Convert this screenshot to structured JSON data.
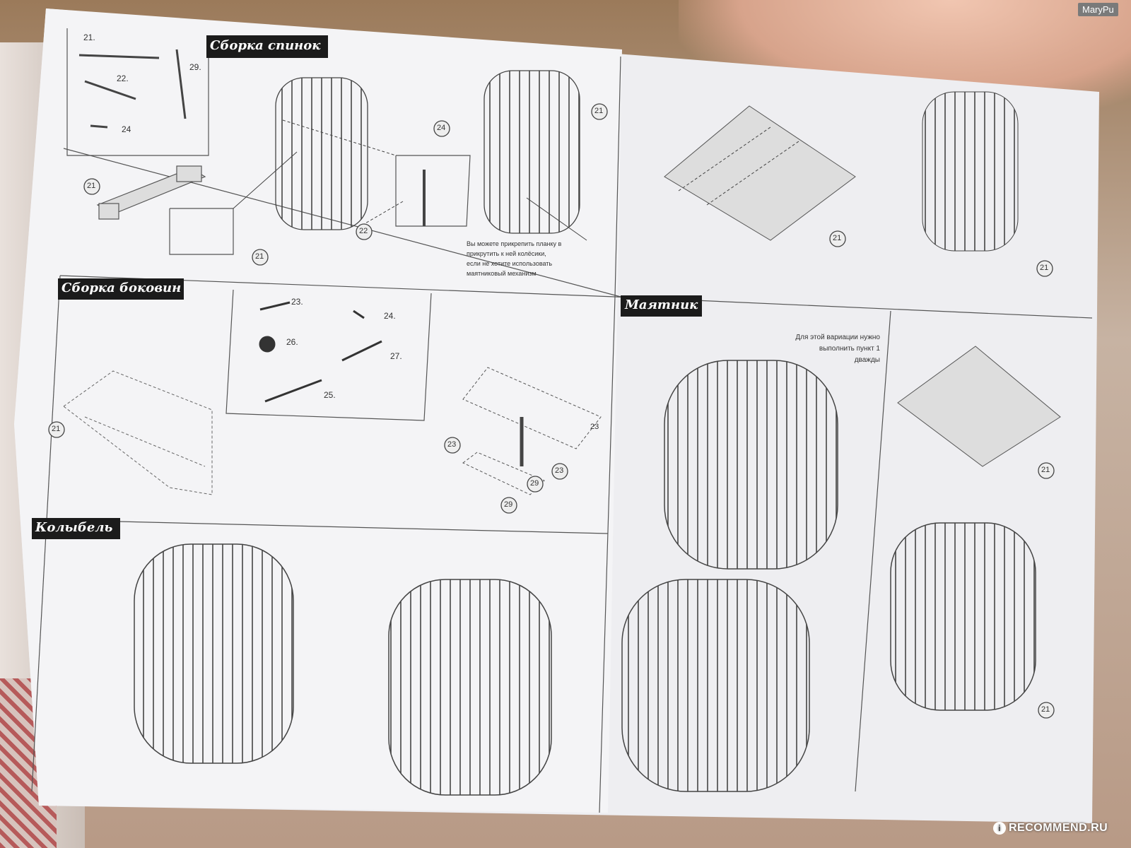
{
  "watermarks": {
    "top_right": "MaryPu",
    "bottom_right": "RECOMMEND.RU",
    "bottom_icon": "recommend-logo-icon"
  },
  "sections": {
    "backs": {
      "title": "Сборка спинок",
      "parts": [
        "21.",
        "22.",
        "24",
        "29."
      ],
      "callouts": [
        "21",
        "21",
        "21",
        "22",
        "24"
      ]
    },
    "note_wheels": {
      "lines": [
        "Вы можете прикрепить планку в",
        "прикрутить к ней колёсики,",
        "если не хотите использовать",
        "маятниковый механизм"
      ]
    },
    "sides": {
      "title": "Сборка боковин",
      "parts": [
        "23.",
        "24.",
        "26.",
        "27.",
        "25."
      ],
      "callouts": [
        "21",
        "23",
        "23",
        "23",
        "29",
        "29"
      ]
    },
    "pendulum": {
      "title": "Маятник",
      "note": [
        "Для этой вариации нужно",
        "выполнить пункт 1",
        "дважды"
      ],
      "callouts": [
        "21",
        "21"
      ]
    },
    "cradle": {
      "title": "Колыбель"
    },
    "right_top": {
      "callouts": [
        "21",
        "21"
      ]
    }
  }
}
